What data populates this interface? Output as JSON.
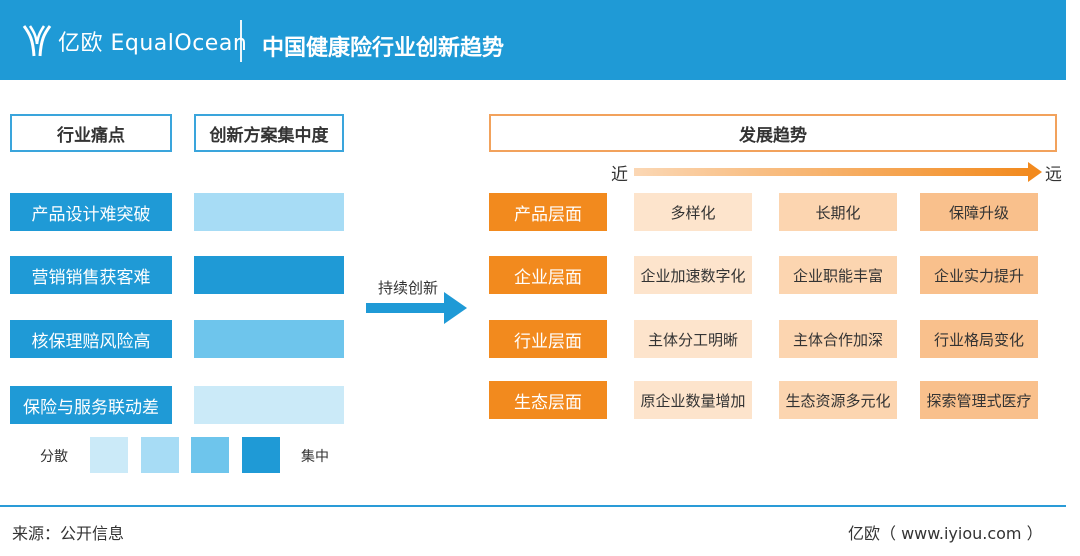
{
  "header": {
    "logo_text": "亿欧 EqualOcean",
    "title": "中国健康险行业创新趋势"
  },
  "left": {
    "col1_header": "行业痛点",
    "col2_header": "创新方案集中度",
    "pain_points": [
      "产品设计难突破",
      "营销销售获客难",
      "核保理赔风险高",
      "保险与服务联动差"
    ],
    "concentration_colors": [
      "#a7dcf5",
      "#1f9ad6",
      "#6ec5ec",
      "#cbeaf8"
    ],
    "legend": {
      "low_label": "分散",
      "high_label": "集中",
      "scale_colors": [
        "#cbeaf8",
        "#a7dcf5",
        "#6ec5ec",
        "#1f9ad6"
      ]
    }
  },
  "arrow": {
    "label": "持续创新"
  },
  "right": {
    "header": "发展趋势",
    "near_label": "近",
    "far_label": "远",
    "rows": [
      {
        "level": "产品层面",
        "items": [
          "多样化",
          "长期化",
          "保障升级"
        ]
      },
      {
        "level": "企业层面",
        "items": [
          "企业加速数字化",
          "企业职能丰富",
          "企业实力提升"
        ]
      },
      {
        "level": "行业层面",
        "items": [
          "主体分工明晰",
          "主体合作加深",
          "行业格局变化"
        ]
      },
      {
        "level": "生态层面",
        "items": [
          "原企业数量增加",
          "生态资源多元化",
          "探索管理式医疗"
        ]
      }
    ]
  },
  "footer": {
    "source": "来源：公开信息",
    "credit": "亿欧（ www.iyiou.com ）"
  }
}
